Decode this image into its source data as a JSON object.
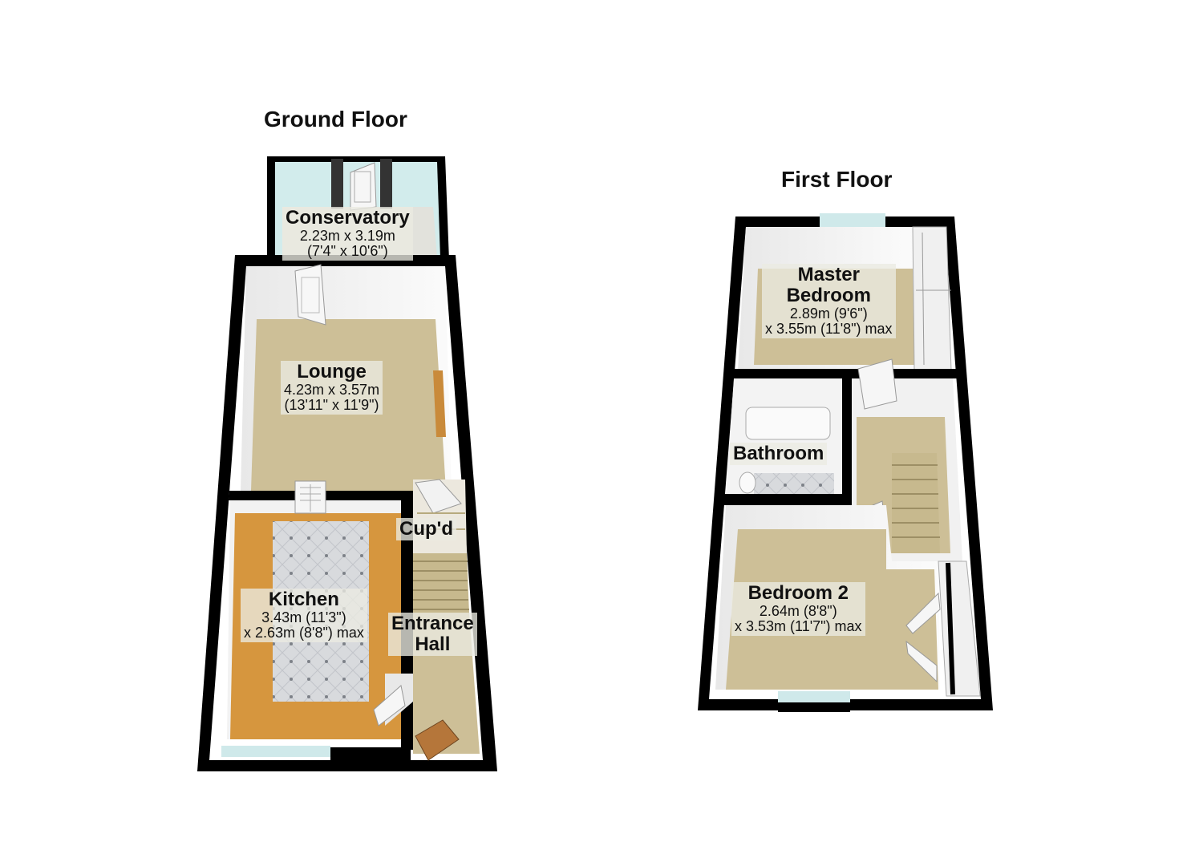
{
  "floors": {
    "ground": {
      "title": "Ground Floor"
    },
    "first": {
      "title": "First Floor"
    }
  },
  "rooms": {
    "conservatory": {
      "name": "Conservatory",
      "dim1": "2.23m x 3.19m",
      "dim2": "(7'4\" x 10'6\")"
    },
    "lounge": {
      "name": "Lounge",
      "dim1": "4.23m x 3.57m",
      "dim2": "(13'11\" x 11'9\")"
    },
    "cupboard": {
      "name": "Cup'd"
    },
    "kitchen": {
      "name": "Kitchen",
      "dim1": "3.43m (11'3\")",
      "dim2": "x 2.63m (8'8\") max"
    },
    "entrance_hall": {
      "name1": "Entrance",
      "name2": "Hall"
    },
    "master_bedroom": {
      "name1": "Master",
      "name2": "Bedroom",
      "dim1": "2.89m (9'6\")",
      "dim2": "x 3.55m (11'8\") max"
    },
    "bathroom": {
      "name": "Bathroom"
    },
    "bedroom2": {
      "name": "Bedroom 2",
      "dim1": "2.64m (8'8\")",
      "dim2": "x 3.53m (11'7\") max"
    }
  },
  "colors": {
    "wall": "#000000",
    "carpet": "#cfc49e",
    "worktop": "#d9953e",
    "tile": "#d6d8dc",
    "glass": "#cfe9ea",
    "inner_wall": "#f4f4f4"
  }
}
